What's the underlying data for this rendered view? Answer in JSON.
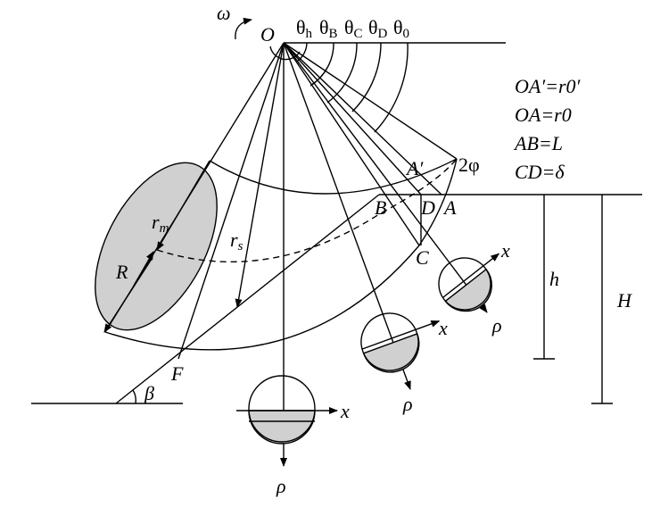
{
  "labels": {
    "omega": "ω",
    "O": "O",
    "theta_h": "θ",
    "theta_h_sub": "h",
    "theta_B": "θ",
    "theta_B_sub": "B",
    "theta_C": "θ",
    "theta_C_sub": "C",
    "theta_D": "θ",
    "theta_D_sub": "D",
    "theta_0": "θ",
    "theta_0_sub": "0",
    "A_prime": "A′",
    "two_phi": "2φ",
    "B": "B",
    "D": "D",
    "A": "A",
    "C": "C",
    "F": "F",
    "r_m": "r",
    "r_m_sub": "m",
    "r_s": "r",
    "r_s_sub": "s",
    "R": "R",
    "beta": "β",
    "h": "h",
    "H": "H",
    "x1": "x",
    "x2": "x",
    "x3": "x",
    "rho1": "ρ",
    "rho2": "ρ",
    "rho3": "ρ"
  },
  "legend": [
    "OA′=r0′",
    "OA=r0",
    "AB=L",
    "CD=δ"
  ]
}
